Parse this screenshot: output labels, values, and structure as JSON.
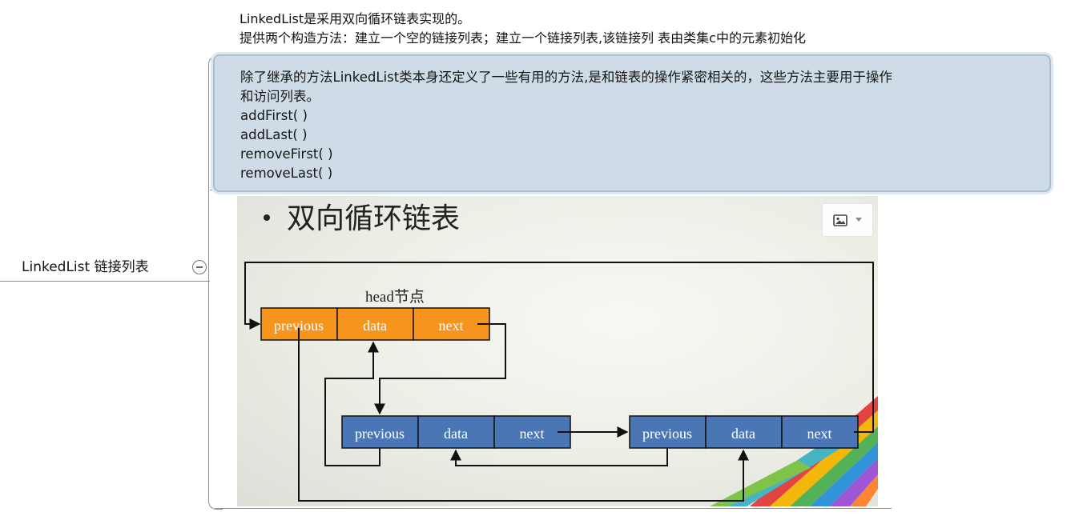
{
  "root_node": {
    "label": "LinkedList 链接列表"
  },
  "top_note": {
    "lines": [
      "LinkedList是采用双向循环链表实现的。",
      "提供两个构造方法：建立一个空的链接列表；建立一个链接列表,该链接列 表由类集c中的元素初始化"
    ]
  },
  "info_box": {
    "lines": [
      "除了继承的方法LinkedList类本身还定义了一些有用的方法,是和链表的操作紧密相关的，这些方法主要用于操作",
      "和访问列表。",
      "addFirst( )",
      "addLast( )",
      "removeFirst( )",
      "removeLast( )"
    ]
  },
  "slide": {
    "bullet_title": "双向循环链表",
    "head_label": "head节点",
    "cells": [
      "previous",
      "data",
      "next"
    ],
    "colors": {
      "head_node": "#f7941d",
      "node": "#4a76b5",
      "line": "#111111"
    }
  },
  "image_menu": {
    "icons": [
      "image-icon",
      "chevron-down-icon"
    ]
  }
}
